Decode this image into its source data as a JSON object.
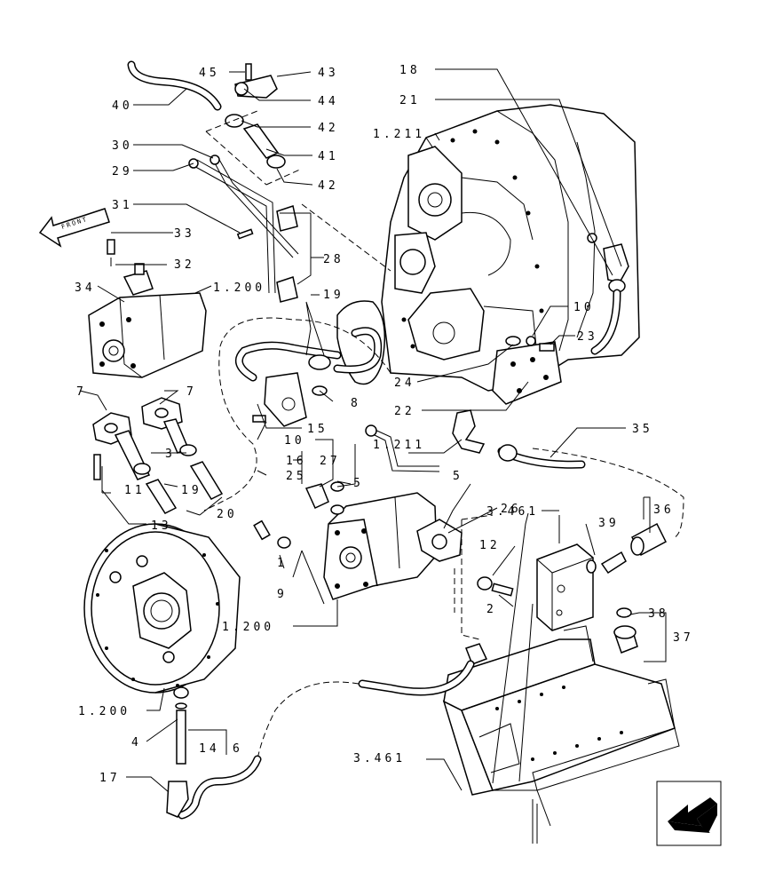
{
  "front_label": "FRONT",
  "callouts": [
    {
      "id": "c45a",
      "text": "45"
    },
    {
      "id": "c43",
      "text": "43"
    },
    {
      "id": "c40",
      "text": "40"
    },
    {
      "id": "c44",
      "text": "44"
    },
    {
      "id": "c42a",
      "text": "42"
    },
    {
      "id": "c30",
      "text": "30"
    },
    {
      "id": "c41",
      "text": "41"
    },
    {
      "id": "c29",
      "text": "29"
    },
    {
      "id": "c42b",
      "text": "42"
    },
    {
      "id": "c31",
      "text": "31"
    },
    {
      "id": "c33",
      "text": "33"
    },
    {
      "id": "c28",
      "text": "28"
    },
    {
      "id": "c32",
      "text": "32"
    },
    {
      "id": "c34",
      "text": "34"
    },
    {
      "id": "c1200a",
      "text": "1.200"
    },
    {
      "id": "c19a",
      "text": "19"
    },
    {
      "id": "c7a",
      "text": "7"
    },
    {
      "id": "c7b",
      "text": "7"
    },
    {
      "id": "c8",
      "text": "8"
    },
    {
      "id": "c15",
      "text": "15"
    },
    {
      "id": "c10a",
      "text": "10"
    },
    {
      "id": "c3",
      "text": "3"
    },
    {
      "id": "c16",
      "text": "16"
    },
    {
      "id": "c27",
      "text": "27"
    },
    {
      "id": "c25",
      "text": "25"
    },
    {
      "id": "c11",
      "text": "11"
    },
    {
      "id": "c19b",
      "text": "19"
    },
    {
      "id": "c13",
      "text": "13"
    },
    {
      "id": "c20",
      "text": "20"
    },
    {
      "id": "c5a",
      "text": "5"
    },
    {
      "id": "c5b",
      "text": "5"
    },
    {
      "id": "c1",
      "text": "1"
    },
    {
      "id": "c9",
      "text": "9"
    },
    {
      "id": "c1200b",
      "text": "1.200"
    },
    {
      "id": "c1200c",
      "text": "1.200"
    },
    {
      "id": "c4",
      "text": "4"
    },
    {
      "id": "c14",
      "text": "14"
    },
    {
      "id": "c6",
      "text": "6"
    },
    {
      "id": "c17",
      "text": "17"
    },
    {
      "id": "c18",
      "text": "18"
    },
    {
      "id": "c21",
      "text": "21"
    },
    {
      "id": "c1211a",
      "text": "1.211"
    },
    {
      "id": "c10b",
      "text": "10"
    },
    {
      "id": "c23",
      "text": "23"
    },
    {
      "id": "c24",
      "text": "24"
    },
    {
      "id": "c22",
      "text": "22"
    },
    {
      "id": "c1211b",
      "text": "1.211"
    },
    {
      "id": "c35",
      "text": "35"
    },
    {
      "id": "c26",
      "text": "26"
    },
    {
      "id": "c3461a",
      "text": "3.461"
    },
    {
      "id": "c39",
      "text": "39"
    },
    {
      "id": "c36",
      "text": "36"
    },
    {
      "id": "c12",
      "text": "12"
    },
    {
      "id": "c2",
      "text": "2"
    },
    {
      "id": "c38",
      "text": "38"
    },
    {
      "id": "c37",
      "text": "37"
    },
    {
      "id": "c3461b",
      "text": "3.461"
    }
  ]
}
